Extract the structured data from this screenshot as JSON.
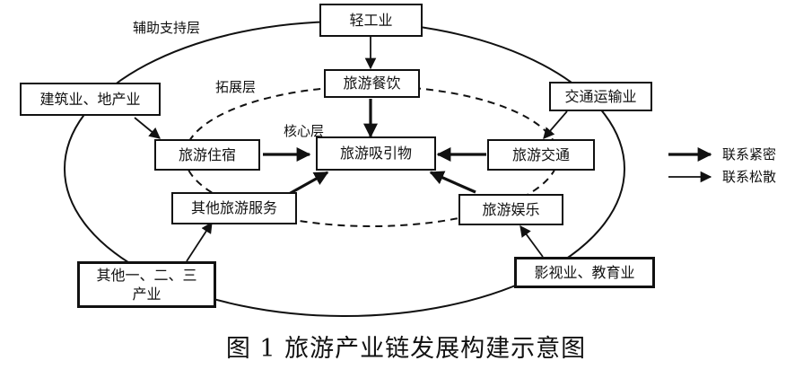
{
  "layers": {
    "support": "辅助支持层",
    "expansion": "拓展层",
    "core": "核心层"
  },
  "nodes": {
    "light_industry": "轻工业",
    "catering": "旅游餐饮",
    "construction": "建筑业、地产业",
    "transport_industry": "交通运输业",
    "accommodation": "旅游住宿",
    "attractions": "旅游吸引物",
    "tourism_transport": "旅游交通",
    "other_services": "其他旅游服务",
    "entertainment": "旅游娱乐",
    "other_industries_line1": "其他一、二、三",
    "other_industries_line2": "产业",
    "film_education": "影视业、教育业"
  },
  "legend": {
    "tight": "联系紧密",
    "loose": "联系松散"
  },
  "caption": "图 1  旅游产业链发展构建示意图",
  "colors": {
    "ink": "#111111",
    "background": "#ffffff"
  }
}
